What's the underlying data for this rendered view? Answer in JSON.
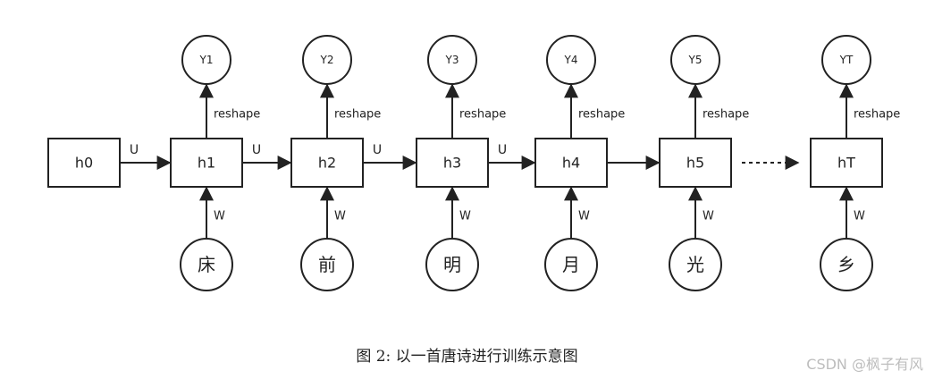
{
  "hidden_states": [
    "h0",
    "h1",
    "h2",
    "h3",
    "h4",
    "h5",
    "hT"
  ],
  "outputs": [
    "Y1",
    "Y2",
    "Y3",
    "Y4",
    "Y5",
    "YT"
  ],
  "inputs": [
    "床",
    "前",
    "明",
    "月",
    "光",
    "乡"
  ],
  "recurrent_weight_label": "U",
  "input_weight_label": "W",
  "output_op_label": "reshape",
  "caption": "图 2: 以一首唐诗进行训练示意图",
  "watermark": "CSDN @枫子有风"
}
